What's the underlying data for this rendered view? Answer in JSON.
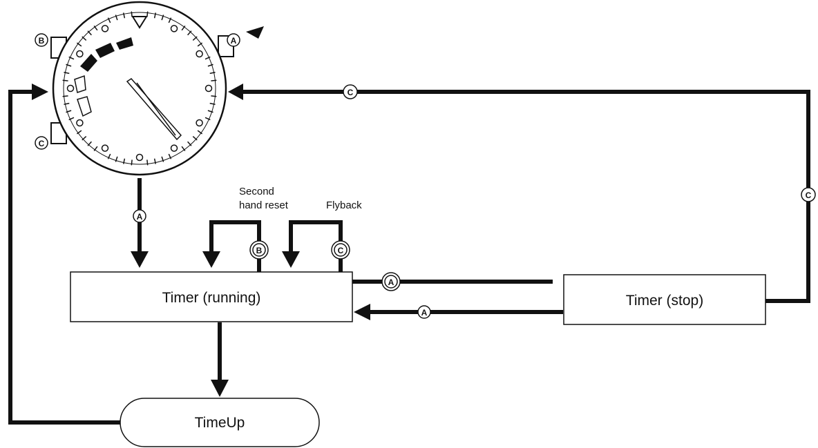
{
  "states": {
    "timer_running": "Timer (running)",
    "timer_stop": "Timer (stop)",
    "time_up": "TimeUp"
  },
  "notes": {
    "second_hand_reset_line1": "Second",
    "second_hand_reset_line2": "hand reset",
    "flyback": "Flyback"
  },
  "buttons": {
    "a": "A",
    "b": "B",
    "c": "C"
  },
  "colors": {
    "line": "#111111",
    "background": "#ffffff"
  }
}
